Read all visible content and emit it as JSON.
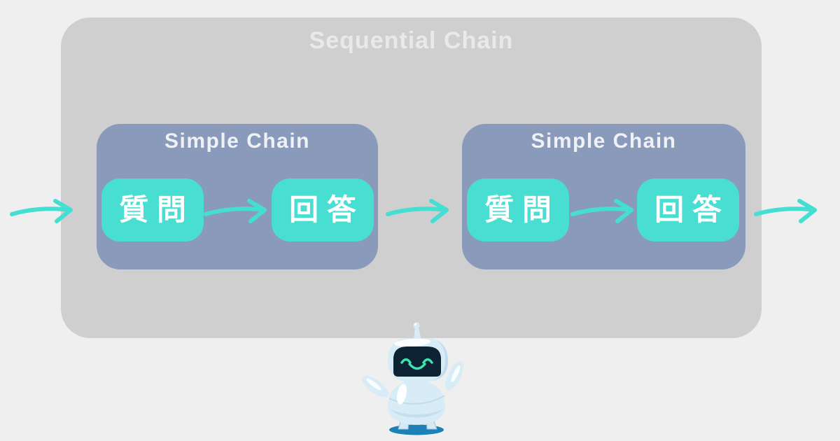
{
  "colors": {
    "page-bg": "#efefef",
    "outer-box-bg": "#cfcfcf",
    "outer-title-color": "#e9e9e9",
    "chain-box-bg": "#8a9abb",
    "chain-title-color": "#eef1f5",
    "node-bg": "#48ded2",
    "node-text-color": "#ffffff",
    "arrow-color": "#45ded2",
    "robot-body": "#d8ecf8",
    "robot-body-shade": "#bcd9ea",
    "robot-face": "#0d2334",
    "robot-face-features": "#3fe3ae",
    "robot-shadow": "#1d81b5"
  },
  "diagram": {
    "title": "Sequential Chain",
    "chains": [
      {
        "title": "Simple Chain",
        "input_label": "質問",
        "output_label": "回答"
      },
      {
        "title": "Simple Chain",
        "input_label": "質問",
        "output_label": "回答"
      }
    ]
  }
}
